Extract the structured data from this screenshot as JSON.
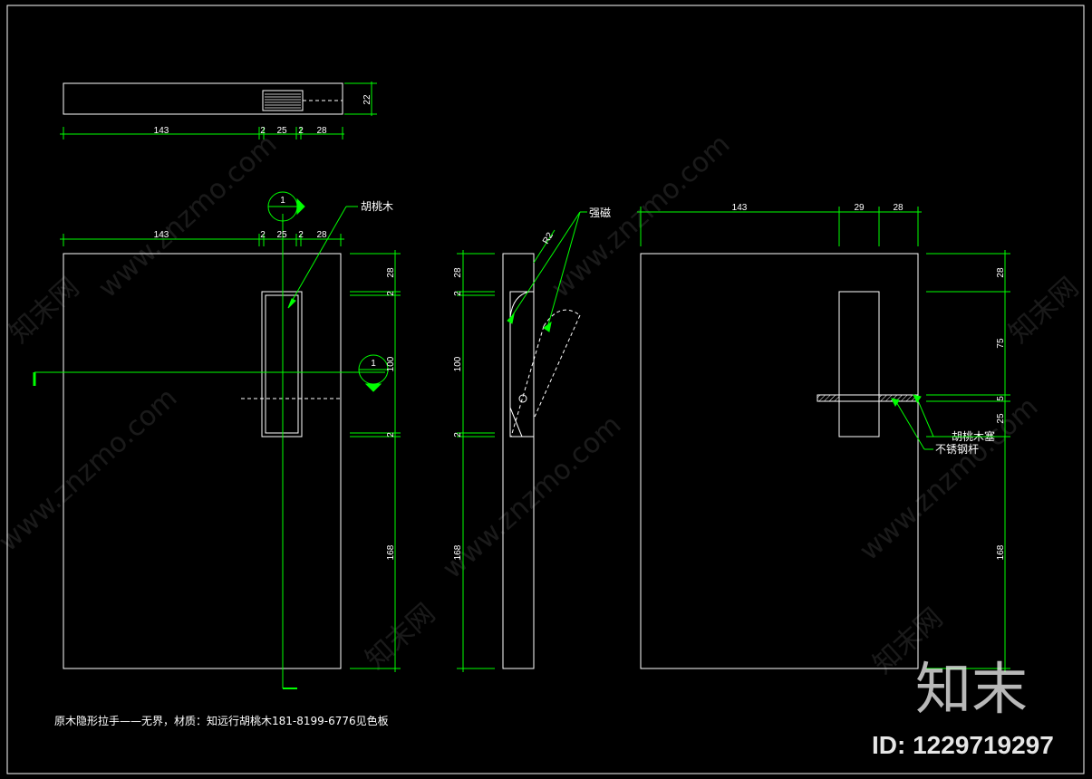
{
  "top_view": {
    "dims": {
      "width": "143",
      "gap_a": "2",
      "slot": "25",
      "gap_b": "2",
      "edge": "28",
      "thickness": "22"
    }
  },
  "front_view": {
    "dims_top": {
      "width": "143",
      "gap_a": "2",
      "slot": "25",
      "gap_b": "2",
      "edge": "28"
    },
    "dims_right": {
      "top": "28",
      "gap_a": "2",
      "middle": "100",
      "gap_b": "2",
      "bottom": "168"
    },
    "callout_material": "胡桃木",
    "section_marker": "1"
  },
  "side_view": {
    "dims_left": {
      "top": "28",
      "gap_a": "2",
      "middle": "100",
      "gap_b": "2",
      "bottom": "168"
    },
    "radius_label": "R2",
    "callout_magnet": "强磁"
  },
  "back_view": {
    "dims_top": {
      "width": "143",
      "slot": "29",
      "edge": "28"
    },
    "dims_right": {
      "top": "28",
      "middle": "75",
      "rod": "5",
      "lower": "25",
      "bottom": "168"
    },
    "callout_plug": "胡桃木塞",
    "callout_rod": "不锈钢杆"
  },
  "caption": "原木隐形拉手——无界，材质：知远行胡桃木181-8199-6776见色板",
  "watermark": {
    "url_text": "www.znzmo.com",
    "brand_cn": "知末网",
    "logo": "知末",
    "id_text": "ID: 1229719297"
  },
  "colors": {
    "background": "#000000",
    "geometry": "#ffffff",
    "dimension": "#00ff00"
  }
}
